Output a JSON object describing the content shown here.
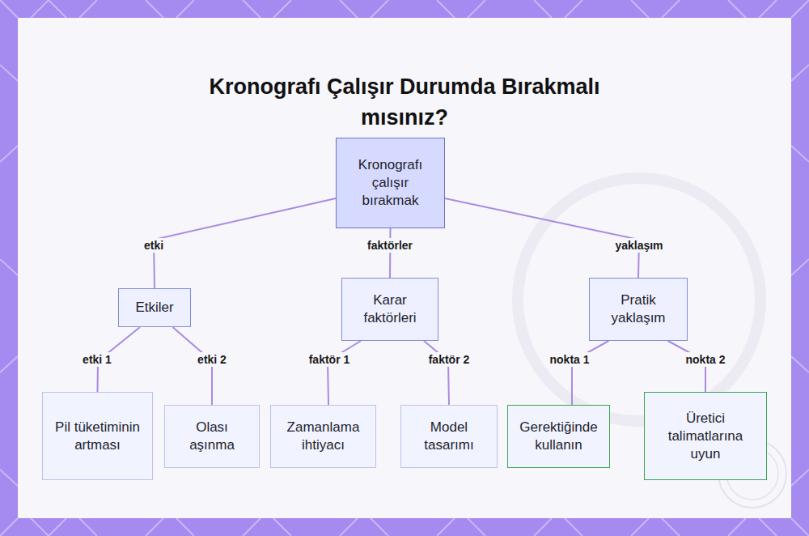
{
  "diagram": {
    "title": "Kronografı Çalışır Durumda Bırakmalı mısınız?",
    "nodes": [
      {
        "text": [
          "Kronografı çalışır bırakmak"
        ]
      },
      {
        "text": [
          "Etkiler"
        ]
      },
      {
        "text": [
          "Karar faktörleri"
        ]
      },
      {
        "text": [
          "Pratik yaklaşım"
        ]
      },
      {
        "text": [
          "Pil tüketiminin artması"
        ]
      },
      {
        "text": [
          "Olası aşınma"
        ]
      },
      {
        "text": [
          "Zamanlama ihtiyacı"
        ]
      },
      {
        "text": [
          "Model tasarımı"
        ]
      },
      {
        "text": [
          "Gerektiğinde kullanın"
        ]
      },
      {
        "text": [
          "Üretici talimatlarına uyun"
        ]
      }
    ],
    "edges": [
      {
        "from": 0,
        "to": 1,
        "label": "etki",
        "arrow": "none"
      },
      {
        "from": 0,
        "to": 2,
        "label": "faktörler",
        "arrow": "none"
      },
      {
        "from": 0,
        "to": 3,
        "label": "yaklaşım",
        "arrow": "none"
      },
      {
        "from": 1,
        "to": 4,
        "label": "etki 1",
        "arrow": "none"
      },
      {
        "from": 1,
        "to": 5,
        "label": "etki 2",
        "arrow": "none"
      },
      {
        "from": 2,
        "to": 6,
        "label": "faktör 1",
        "arrow": "none"
      },
      {
        "from": 2,
        "to": 7,
        "label": "faktör 2",
        "arrow": "none"
      },
      {
        "from": 3,
        "to": 8,
        "label": "nokta 1",
        "arrow": "none"
      },
      {
        "from": 3,
        "to": 9,
        "label": "nokta 2",
        "arrow": "none"
      }
    ]
  }
}
